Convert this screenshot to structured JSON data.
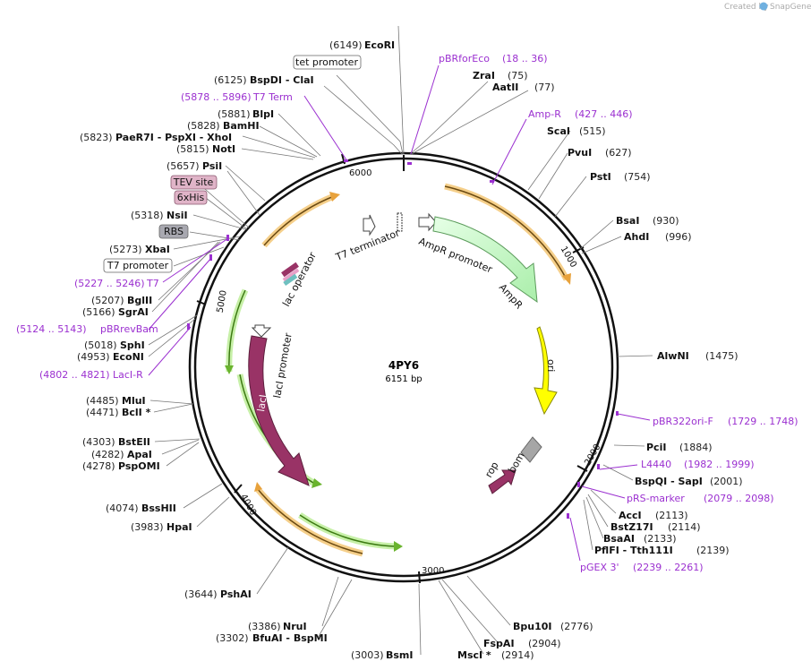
{
  "credit": {
    "created_by": "Created by",
    "brand": "SnapGene"
  },
  "plasmid": {
    "name": "4PY6",
    "length": "6151 bp"
  },
  "ticks": [
    "1000",
    "2000",
    "3000",
    "4000",
    "5000",
    "6000"
  ],
  "enzymes": [
    {
      "pos": "(6149)",
      "name": "EcoRI"
    },
    {
      "pos": "(75)",
      "name": "ZraI"
    },
    {
      "pos": "(77)",
      "name": "AatII"
    },
    {
      "pos": "(515)",
      "name": "ScaI"
    },
    {
      "pos": "(627)",
      "name": "PvuI"
    },
    {
      "pos": "(754)",
      "name": "PstI"
    },
    {
      "pos": "(930)",
      "name": "BsaI"
    },
    {
      "pos": "(996)",
      "name": "AhdI"
    },
    {
      "pos": "(1475)",
      "name": "AlwNI"
    },
    {
      "pos": "(1884)",
      "name": "PciI"
    },
    {
      "pos": "(2001)",
      "name": "BspQI - SapI"
    },
    {
      "pos": "(2113)",
      "name": "AccI"
    },
    {
      "pos": "(2114)",
      "name": "BstZ17I"
    },
    {
      "pos": "(2133)",
      "name": "BsaAI"
    },
    {
      "pos": "(2139)",
      "name": "PflFI - Tth111I"
    },
    {
      "pos": "(2776)",
      "name": "Bpu10I"
    },
    {
      "pos": "(2904)",
      "name": "FspAI"
    },
    {
      "pos": "(2914)",
      "name": "MscI *"
    },
    {
      "pos": "(3003)",
      "name": "BsmI"
    },
    {
      "pos": "(3386)",
      "name": "NruI"
    },
    {
      "pos": "(3302)",
      "name": "BfuAI - BspMI"
    },
    {
      "pos": "(3644)",
      "name": "PshAI"
    },
    {
      "pos": "(3983)",
      "name": "HpaI"
    },
    {
      "pos": "(4074)",
      "name": "BssHII"
    },
    {
      "pos": "(4278)",
      "name": "PspOMI"
    },
    {
      "pos": "(4282)",
      "name": "ApaI"
    },
    {
      "pos": "(4303)",
      "name": "BstEII"
    },
    {
      "pos": "(4471)",
      "name": "BclI *"
    },
    {
      "pos": "(4485)",
      "name": "MluI"
    },
    {
      "pos": "(4953)",
      "name": "EcoNI"
    },
    {
      "pos": "(5018)",
      "name": "SphI"
    },
    {
      "pos": "(5166)",
      "name": "SgrAI"
    },
    {
      "pos": "(5207)",
      "name": "BglII"
    },
    {
      "pos": "(5273)",
      "name": "XbaI"
    },
    {
      "pos": "(5318)",
      "name": "NsiI"
    },
    {
      "pos": "(5657)",
      "name": "PsiI"
    },
    {
      "pos": "(5815)",
      "name": "NotI"
    },
    {
      "pos": "(5823)",
      "name": "PaeR7I - PspXI - XhoI"
    },
    {
      "pos": "(5828)",
      "name": "BamHI"
    },
    {
      "pos": "(5881)",
      "name": "BlpI"
    },
    {
      "pos": "(6125)",
      "name": "BspDI - ClaI"
    }
  ],
  "primers": [
    {
      "name": "pBRforEco",
      "range": "(18 .. 36)"
    },
    {
      "name": "Amp-R",
      "range": "(427 .. 446)"
    },
    {
      "name": "pBR322ori-F",
      "range": "(1729 .. 1748)"
    },
    {
      "name": "L4440",
      "range": "(1982 .. 1999)"
    },
    {
      "name": "pRS-marker",
      "range": "(2079 .. 2098)"
    },
    {
      "name": "pGEX 3'",
      "range": "(2239 .. 2261)"
    },
    {
      "name": "LacI-R",
      "range": "(4802 .. 4821)"
    },
    {
      "name": "pBRrevBam",
      "range": "(5124 .. 5143)"
    },
    {
      "name": "T7",
      "range": "(5227 .. 5246)"
    },
    {
      "name": "T7 Term",
      "range": "(5878 .. 5896)"
    }
  ],
  "boxed_labels": [
    "tet promoter",
    "TEV site",
    "6xHis",
    "RBS",
    "T7 promoter"
  ],
  "features": {
    "t7_terminator": "T7 terminator",
    "ampr_promoter": "AmpR promoter",
    "ampr": "AmpR",
    "ori": "ori",
    "bom": "bom",
    "rop": "rop",
    "laci": "lacI",
    "laci_promoter": "lacI promoter",
    "lac_operator": "lac operator"
  },
  "colors": {
    "primer": "#9b30d0",
    "ampr": "#ccffcc",
    "ori": "#ffff00",
    "laci": "#993366",
    "bom": "#a6a6a6",
    "orange_line": "#e8a23c",
    "green_line": "#6ab42e"
  }
}
